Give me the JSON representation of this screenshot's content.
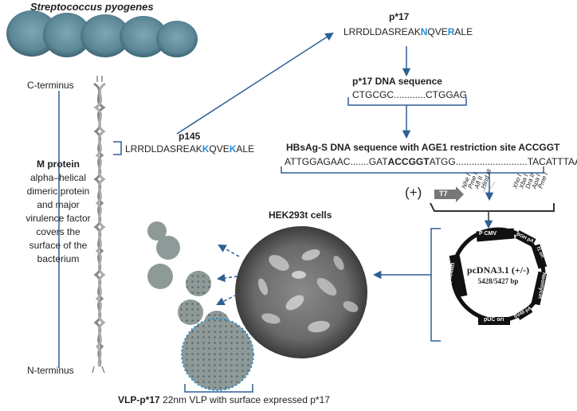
{
  "organism": "Streptococcus pyogenes",
  "c_terminus": "C-terminus",
  "n_terminus": "N-terminus",
  "m_protein": {
    "title": "M protein",
    "lines": [
      "alpha–helical",
      "dimeric protein",
      "and major",
      "virulence factor",
      "covers the",
      "surface of the",
      "bacterium"
    ]
  },
  "p145": {
    "label": "p145",
    "seq_parts": [
      "LRRDLDASREAK",
      "K",
      "QVE",
      "K",
      "ALE"
    ]
  },
  "p17": {
    "label": "p*17",
    "seq_parts": [
      "LRRDLDASREAK",
      "N",
      "QVE",
      "R",
      "ALE"
    ]
  },
  "p17_dna": {
    "label": "p*17 DNA sequence",
    "seq": "CTGCGC............CTGGAG"
  },
  "hbsag": {
    "label": "HBsAg-S DNA sequence with AGE1 restriction site ACCGGT",
    "seq_parts": [
      "ATTGGAGAAC.......GAT",
      "ACCGGT",
      "ATGG...........................TACATTTAA"
    ]
  },
  "promoter": {
    "sign": "(+)",
    "t7": "T7",
    "sites_left": [
      "Nhe I",
      "Pme I",
      "Afl II",
      "Hind III"
    ],
    "sites_right": [
      "Xho I",
      "Xba I",
      "Dra II",
      "Apa I",
      "Pme I"
    ]
  },
  "plasmid": {
    "name": "pcDNA3.1 (+/-)",
    "size": "5428/5427 bp",
    "features": [
      "P CMV",
      "BGH pA",
      "f1 ori",
      "SV40 ori",
      "Neomycin",
      "SV40 pA",
      "pUC ori",
      "Ampicillin"
    ]
  },
  "cells_label": "HEK293t cells",
  "vlp": {
    "label": "VLP-p*17",
    "desc": " 22nm VLP with surface expressed p*17"
  },
  "colors": {
    "accent": "#1f8fd6",
    "bracket": "#2e5f96",
    "sphere": "#8e9a98"
  }
}
